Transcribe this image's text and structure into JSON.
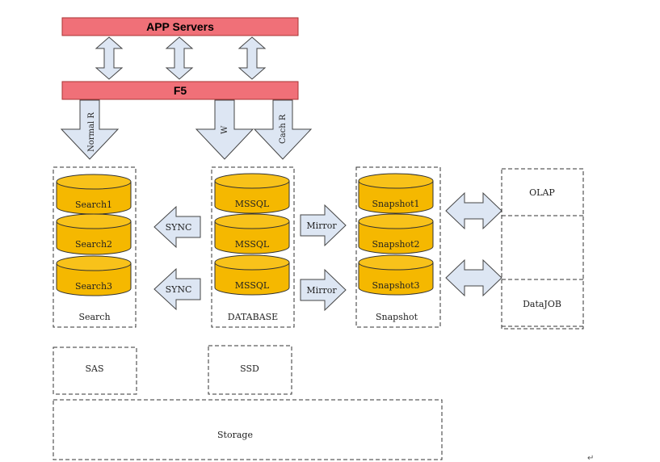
{
  "bars": {
    "app_servers": "APP Servers",
    "f5": "F5"
  },
  "arrows": {
    "normal_read": "Normal R",
    "write": "W",
    "cache_read": "Cach R",
    "sync_1": "SYNC",
    "sync_2": "SYNC",
    "mirror_1": "Mirror",
    "mirror_2": "Mirror"
  },
  "groups": {
    "search": {
      "label": "Search",
      "dbs": [
        "Search1",
        "Search2",
        "Search3"
      ]
    },
    "database": {
      "label": "DATABASE",
      "dbs": [
        "MSSQL",
        "MSSQL",
        "MSSQL"
      ]
    },
    "snapshot": {
      "label": "Snapshot",
      "dbs": [
        "Snapshot1",
        "Snapshot2",
        "Snapshot3"
      ]
    }
  },
  "side_boxes": {
    "olap": "OLAP",
    "datajob": "DataJOB"
  },
  "storage": {
    "sas": "SAS",
    "ssd": "SSD",
    "storage": "Storage"
  },
  "colors": {
    "bar_fill": "#f07078",
    "cylinder_fill": "#f5b800",
    "arrow_fill": "#dde6f3"
  },
  "icons": {
    "paragraph_mark": "↵"
  }
}
